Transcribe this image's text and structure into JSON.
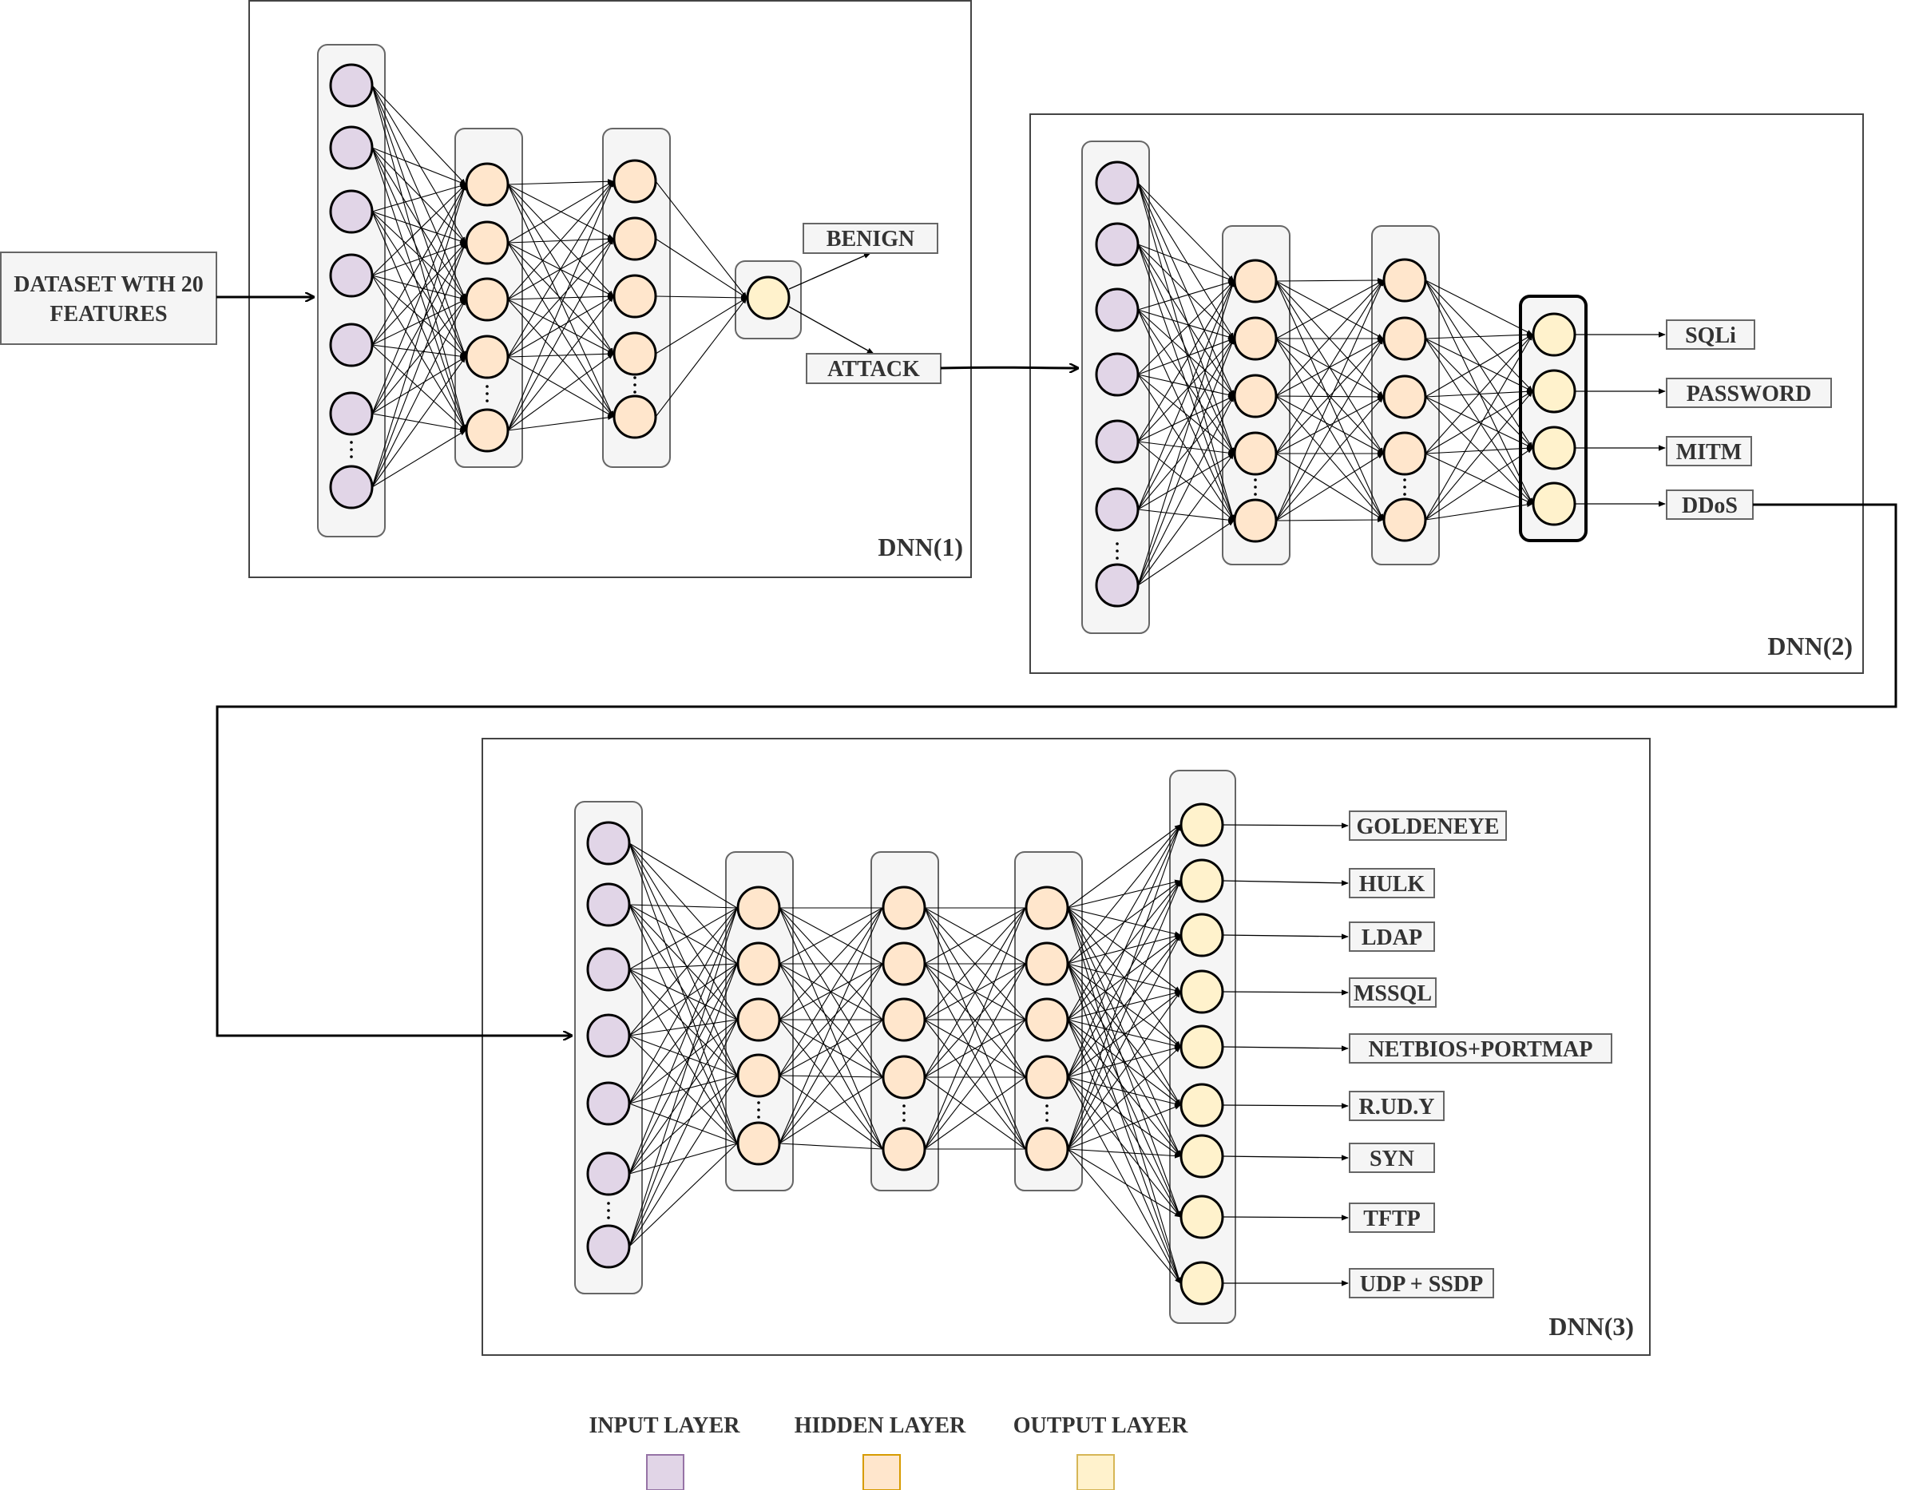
{
  "dataset_box": {
    "line1": "DATASET WTH 20",
    "line2": "FEATURES"
  },
  "dnn1": {
    "title": "DNN(1)",
    "outputs": [
      "BENIGN",
      "ATTACK"
    ]
  },
  "dnn2": {
    "title": "DNN(2)",
    "outputs": [
      "SQLi",
      "PASSWORD",
      "MITM",
      "DDoS"
    ]
  },
  "dnn3": {
    "title": "DNN(3)",
    "outputs": [
      "GOLDENEYE",
      "HULK",
      "LDAP",
      "MSSQL",
      "NETBIOS+PORTMAP",
      "R.UD.Y",
      "SYN",
      "TFTP",
      "UDP + SSDP"
    ]
  },
  "legend": {
    "items": [
      {
        "label": "INPUT LAYER",
        "color": "#e1d5e7"
      },
      {
        "label": "HIDDEN LAYER",
        "color": "#ffe6cc"
      },
      {
        "label": "OUTPUT LAYER",
        "color": "#fff2cc"
      }
    ]
  },
  "colors": {
    "input_node": "#e1d5e7",
    "hidden_node": "#ffe6cc",
    "output_node": "#fff2cc",
    "layer_bg": "#f5f5f5",
    "label_bg": "#f5f5f5"
  }
}
